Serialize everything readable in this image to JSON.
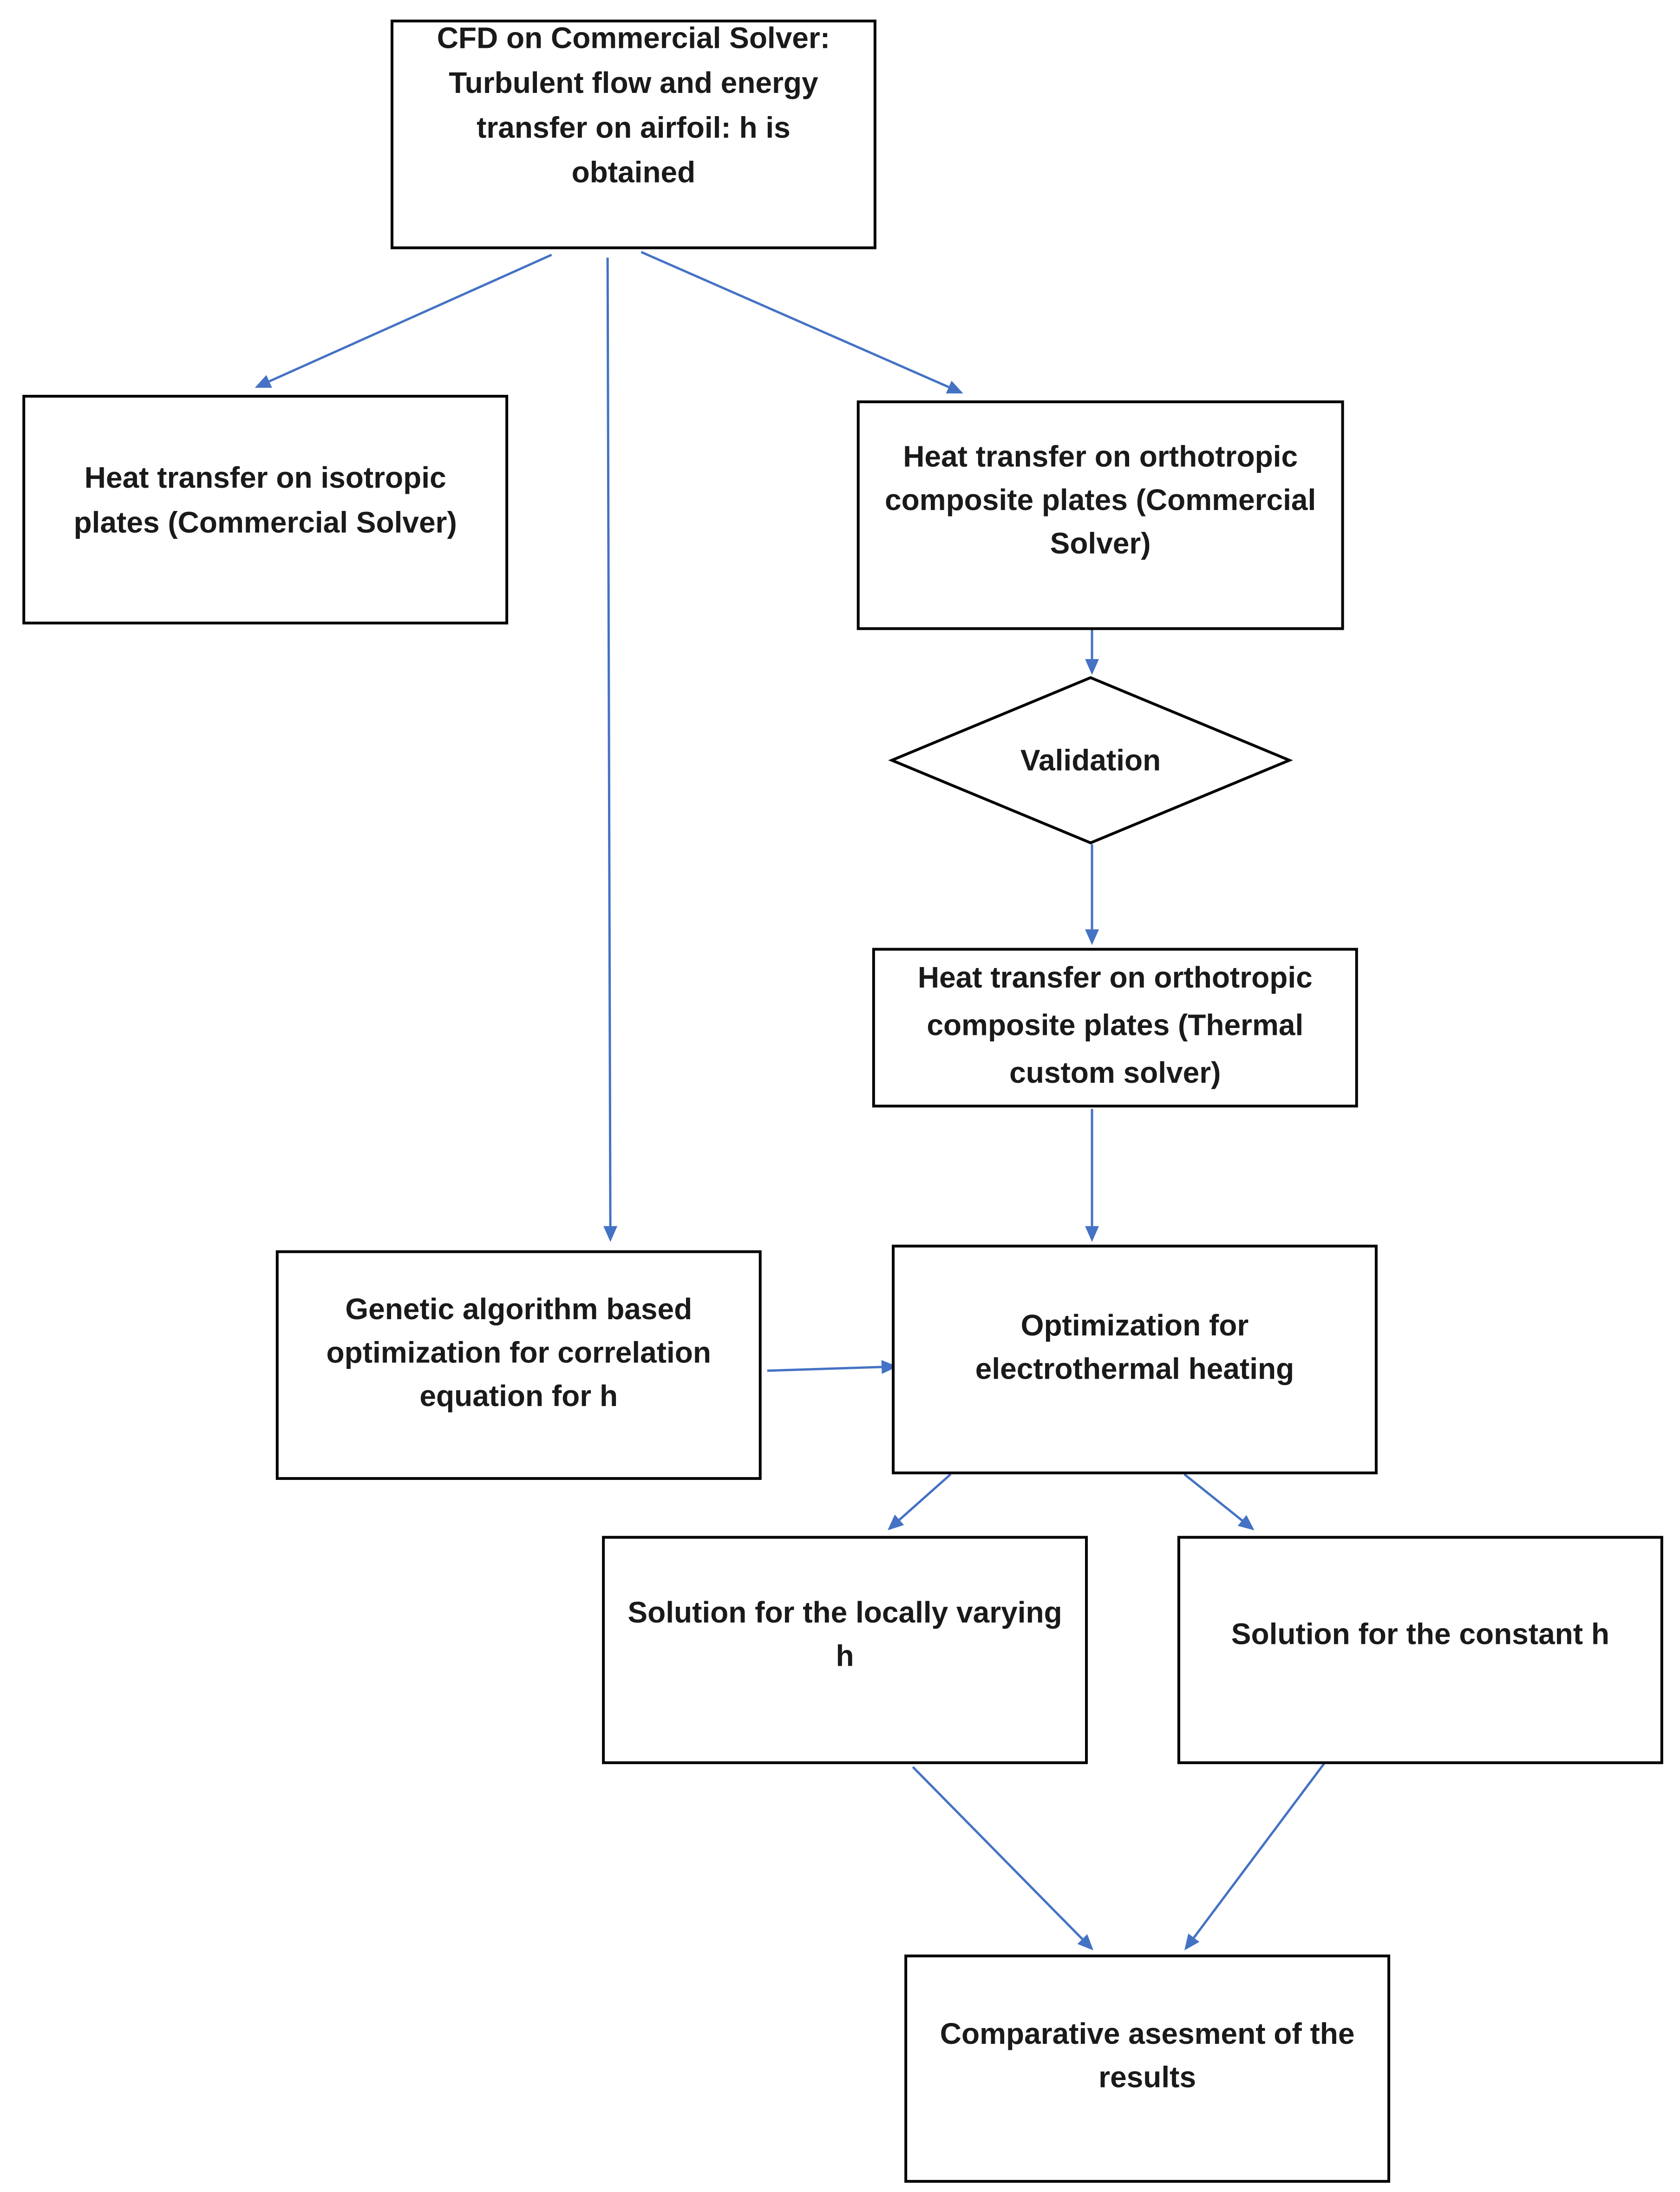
{
  "colors": {
    "arrow": "#4472c4",
    "border": "#000000",
    "text": "#1a1a1a",
    "background": "#ffffff"
  },
  "nodes": {
    "cfd": {
      "lines": [
        "CFD on Commercial Solver:",
        "Turbulent flow and energy",
        "transfer on airfoil: h is",
        "obtained"
      ]
    },
    "isotropic": {
      "lines": [
        "Heat transfer on isotropic",
        "plates (Commercial Solver)"
      ]
    },
    "ortho_commercial": {
      "lines": [
        "Heat transfer on orthotropic",
        "composite plates (Commercial",
        "Solver)"
      ]
    },
    "validation": {
      "lines": [
        "Validation"
      ]
    },
    "ortho_thermal": {
      "lines": [
        "Heat transfer on orthotropic",
        "composite plates (Thermal",
        "custom solver)"
      ]
    },
    "genetic": {
      "lines": [
        "Genetic algorithm based",
        "optimization for correlation",
        "equation for h"
      ]
    },
    "optimization": {
      "lines": [
        "Optimization for",
        "electrothermal heating"
      ]
    },
    "locally_varying": {
      "lines": [
        "Solution for the locally varying",
        "h"
      ]
    },
    "constant_h": {
      "lines": [
        "Solution for the constant h"
      ]
    },
    "comparative": {
      "lines": [
        "Comparative asesment of the",
        "results"
      ]
    }
  },
  "edges": [
    {
      "from": "cfd",
      "to": "isotropic"
    },
    {
      "from": "cfd",
      "to": "genetic"
    },
    {
      "from": "cfd",
      "to": "ortho_commercial"
    },
    {
      "from": "ortho_commercial",
      "to": "validation"
    },
    {
      "from": "validation",
      "to": "ortho_thermal"
    },
    {
      "from": "ortho_thermal",
      "to": "optimization"
    },
    {
      "from": "genetic",
      "to": "optimization"
    },
    {
      "from": "optimization",
      "to": "locally_varying"
    },
    {
      "from": "optimization",
      "to": "constant_h"
    },
    {
      "from": "locally_varying",
      "to": "comparative"
    },
    {
      "from": "constant_h",
      "to": "comparative"
    }
  ]
}
